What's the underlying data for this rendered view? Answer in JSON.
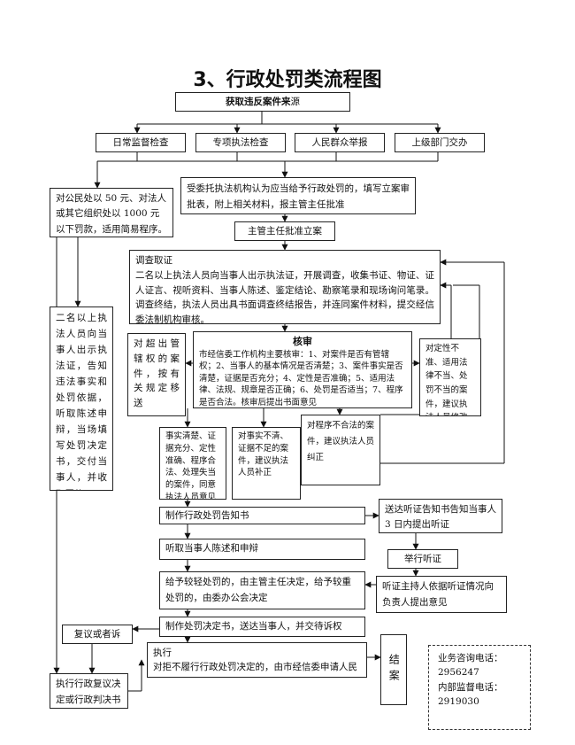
{
  "title": "3、行政处罚类流程图",
  "source": {
    "bold": "获取违反案件来",
    "tail": "源"
  },
  "sources": [
    "日常监督检查",
    "专项执法检查",
    "人民群众举报",
    "上级部门交办"
  ],
  "simple_procedure": "对公民处以 50 元、对法人或其它组织处以 1000 元以下罚款，适用简易程序。",
  "filing": "受委托执法机构认为应当给予行政处罚的，填写立案审批表，附上相关材料，报主管主任批准",
  "approve_filing": "主管主任批准立案",
  "investigation": {
    "heading": "调查取证",
    "body": "二名以上执法人员向当事人出示执法证，开展调查，收集书证、物证、证人证言、视听资料、当事人陈述、鉴定结论、勘察笔录和现场询问笔录。调查终结，执法人员出具书面调查终结报告，并连同案件材料，提交经信委法制机构审核。"
  },
  "two_officers": "二名以上执法人员向当事人出示执法证，告知违法事实和处罚依据，听取陈述申辩，当场填写处罚决定书，交付当事人，并收取罚款。",
  "beyond_jurisdiction": "对超出管辖权的案件，按有关规定移送",
  "review": {
    "heading": "核审",
    "body": "市经信委工作机构主要核审：1、对案件是否有管辖权；2、当事人的基本情况是否清楚；3、案件事实是否清楚，证据是否充分；4、定性是否准确；5、适用法律、法规、规章是否正确；6、处罚是否适当；7、程序是否合法。核审后提出书面意见"
  },
  "improper_application": "对定性不准、适用法律不当、处罚不当的案件，建议执法人员修改",
  "illegal_procedure": "对程序不合法的案件，建议执法人员纠正",
  "facts_clear": "事实清楚、证据充分、定性准确、程序合法、处理失当的案件，同意执法人员意见",
  "facts_unclear": "对事实不清、证据不足的案件，建议执法人员补正",
  "notice": "制作行政处罚告知书",
  "hearing_notice": "送达听证告知书告知当事人 3 日内提出听证",
  "hear_statement": "听取当事人陈述和申辩",
  "hold_hearing": "举行听证",
  "penalty_decision": "给予较轻处罚的，由主管主任决定，给予较重处罚的，由委办公会决定",
  "hearing_host": "听证主持人依据听证情况向负责人提出意见",
  "make_decision": "制作处罚决定书，送达当事人，并交待诉权",
  "appeal": "复议或者诉",
  "execution": {
    "line1": "执行",
    "line2": "对拒不履行行政处罚决定的，由市经信委申请人民法院强制执行"
  },
  "close": "结案",
  "final_ruling": "执行行政复议决定或行政判决书",
  "contact": {
    "business_label": "业务咨询电话：",
    "business_phone": "2956247",
    "internal_label": "内部监督电话：",
    "internal_phone": "2919030"
  }
}
